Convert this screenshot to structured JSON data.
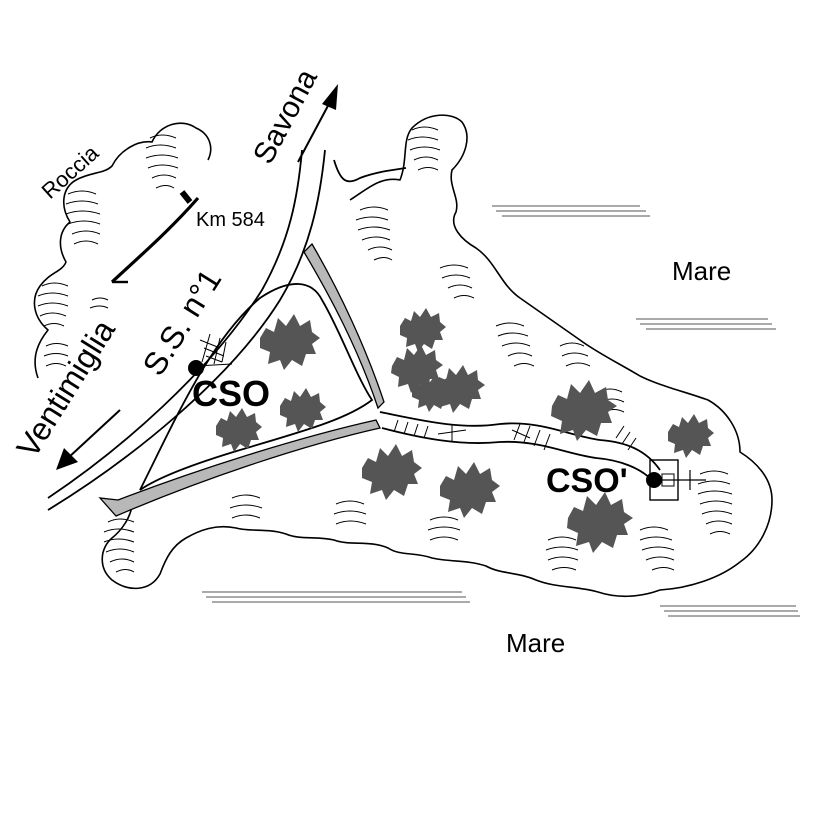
{
  "labels": {
    "roccia": "Roccia",
    "km": "Km 584",
    "savona": "Savona",
    "ss": "S.S. n°1",
    "ventimiglia": "Ventimiglia",
    "mare_top": "Mare",
    "mare_bottom": "Mare",
    "cso": "CSO",
    "cso_prime": "CSO'"
  },
  "colors": {
    "ink": "#000000",
    "trees": "#555555",
    "path_fill": "#b8b8b8"
  }
}
